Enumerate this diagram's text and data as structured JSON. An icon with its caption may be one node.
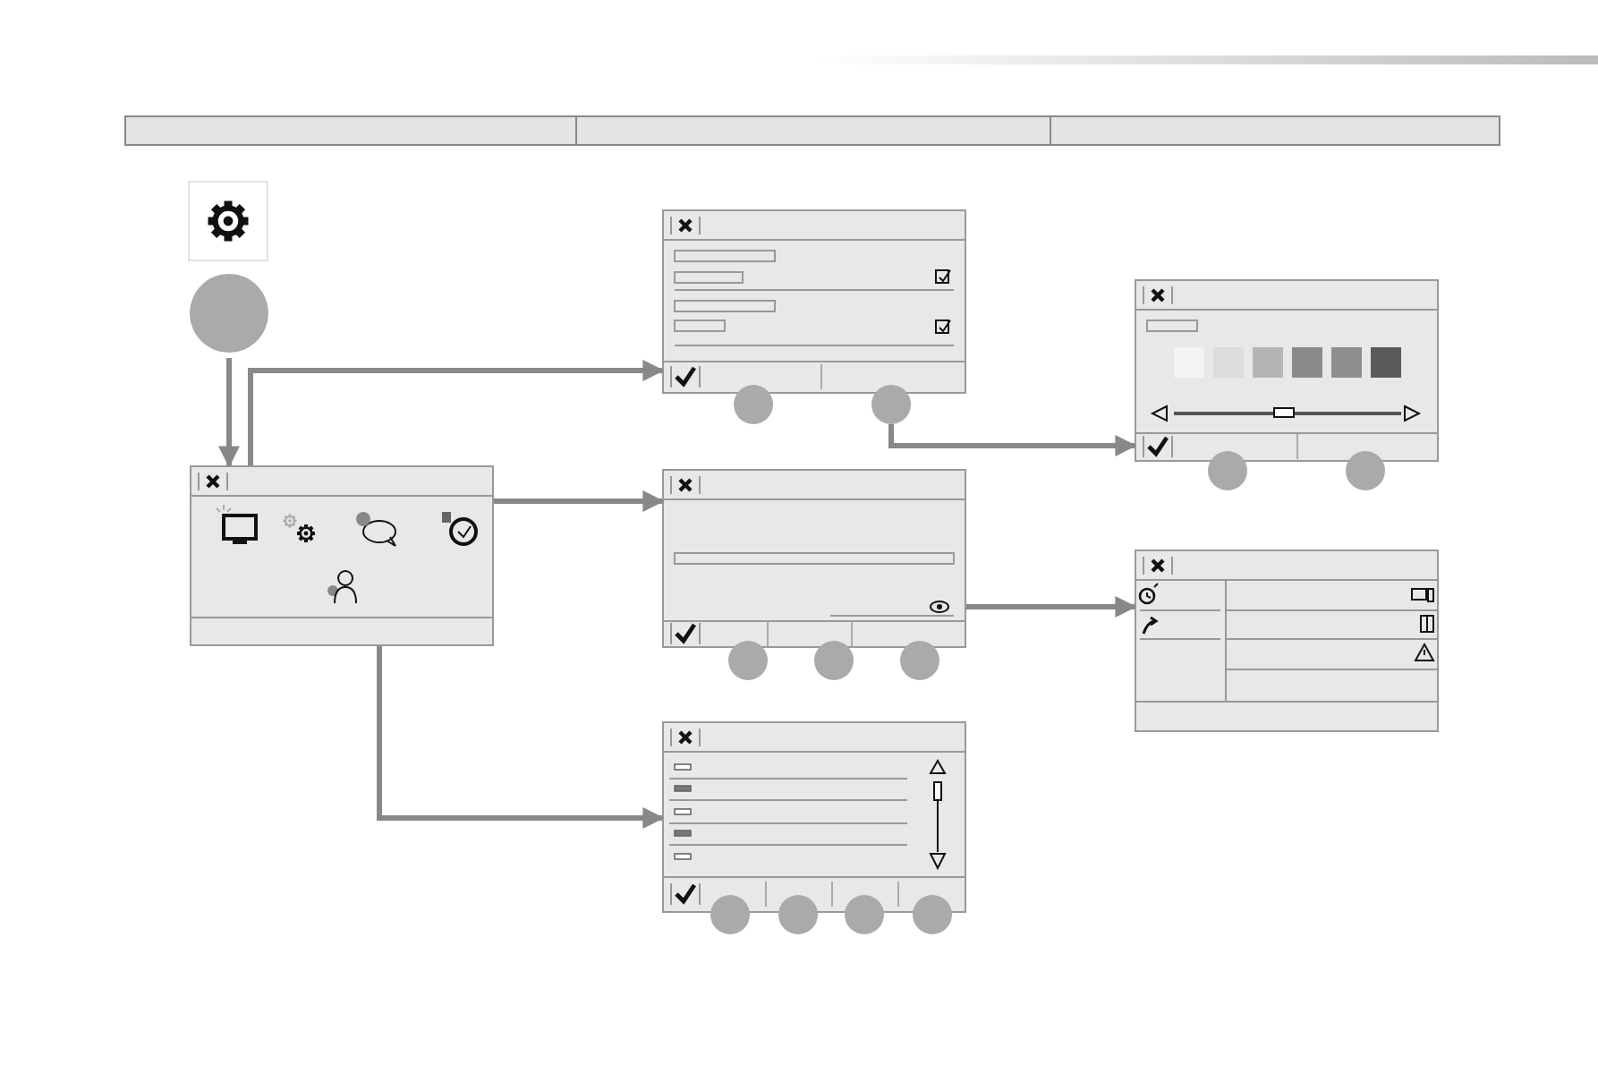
{
  "diagram": {
    "nodes": [
      {
        "text": [],
        "shape": "box"
      },
      {
        "text": [],
        "shape": "circle"
      },
      {
        "text": [],
        "shape": "box"
      },
      {
        "text": [],
        "shape": "box"
      },
      {
        "text": [],
        "shape": "circle"
      },
      {
        "text": [],
        "shape": "circle"
      },
      {
        "text": [],
        "shape": "box"
      },
      {
        "text": [],
        "shape": "circle"
      },
      {
        "text": [],
        "shape": "circle"
      },
      {
        "text": [],
        "shape": "box"
      },
      {
        "text": [],
        "shape": "circle"
      },
      {
        "text": [],
        "shape": "circle"
      },
      {
        "text": [],
        "shape": "circle"
      },
      {
        "text": [],
        "shape": "box"
      },
      {
        "text": [],
        "shape": "box"
      },
      {
        "text": [],
        "shape": "circle"
      },
      {
        "text": [],
        "shape": "circle"
      },
      {
        "text": [],
        "shape": "circle"
      },
      {
        "text": [],
        "shape": "circle"
      }
    ],
    "edges": [
      {
        "from": 1,
        "to": 2,
        "arrow": "to"
      },
      {
        "from": 2,
        "to": 3,
        "arrow": "to"
      },
      {
        "from": 2,
        "to": 9,
        "arrow": "to"
      },
      {
        "from": 2,
        "to": 14,
        "arrow": "to"
      },
      {
        "from": 5,
        "to": 6,
        "arrow": "to"
      },
      {
        "from": 9,
        "to": 13,
        "arrow": "to"
      }
    ]
  }
}
